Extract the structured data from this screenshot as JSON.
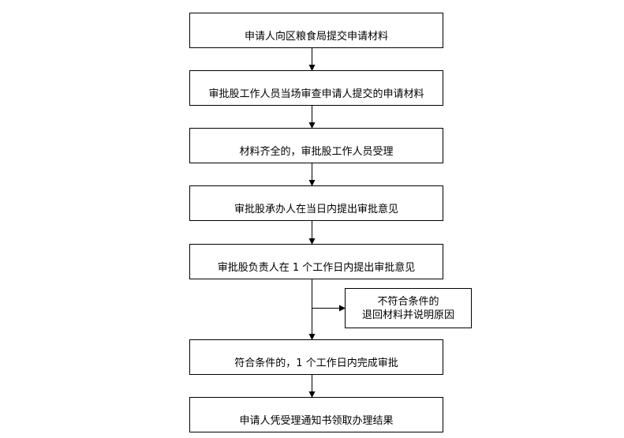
{
  "flow": {
    "steps": [
      "申请人向区粮食局提交申请材料",
      "审批股工作人员当场审查申请人提交的申请材料",
      "材料齐全的，审批股工作人员受理",
      "审批股承办人在当日内提出审批意见",
      "审批股负责人在 1 个工作日内提出审批意见",
      "符合条件的，1 个工作日内完成审批",
      "申请人凭受理通知书领取办理结果"
    ],
    "branch": {
      "line1": "不符合条件的",
      "line2": "退回材料并说明原因"
    }
  }
}
